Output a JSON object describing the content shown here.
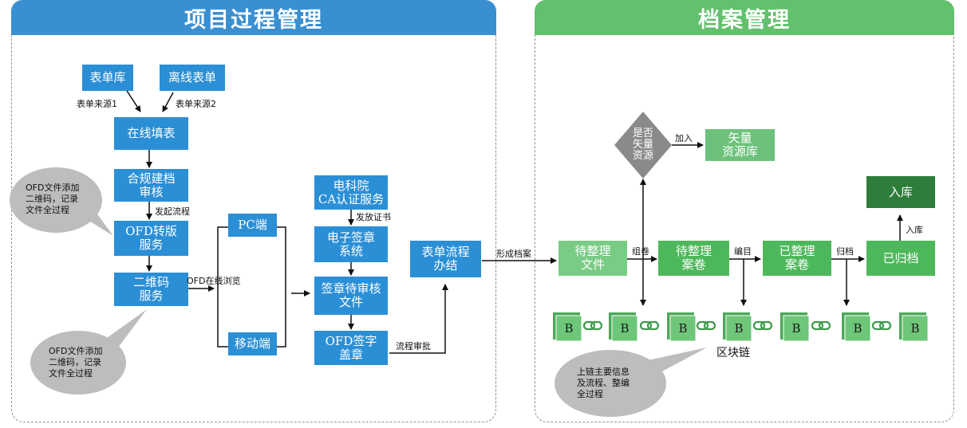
{
  "sections": {
    "project": {
      "title": "项目过程管理",
      "color": "#3a8fd0"
    },
    "archive": {
      "title": "档案管理",
      "color": "#63c06d"
    }
  },
  "nodes": {
    "form_library": "表单库",
    "offline_form": "离线表单",
    "online_fill": "在线填表",
    "compliance_review": "合规建档\n审核",
    "ofd_convert": "OFD转版\n服务",
    "qrcode_service": "二维码\n服务",
    "pc_end": "PC端",
    "mobile_end": "移动端",
    "ca_service": "电科院\nCA认证服务",
    "e_signature": "电子签章\n系统",
    "sign_review_file": "签章待审核\n文件",
    "ofd_sign": "OFD签字\n盖章",
    "form_done": "表单流程\n办结",
    "pending_file": "待整理\n文件",
    "pending_volume": "待整理\n案卷",
    "done_volume": "已整理\n案卷",
    "archived": "已归档",
    "storage": "入库",
    "vector_lib": "矢量\n资源库",
    "is_vector": "是否\n矢量\n资源"
  },
  "edge_labels": {
    "source1": "表单来源1",
    "source2": "表单来源2",
    "start_flow": "发起流程",
    "ofd_browse": "OFD在线浏览",
    "issue_cert": "发放证书",
    "flow_approve": "流程审批",
    "form_archive": "形成档案",
    "group_volume": "组卷",
    "catalog": "编目",
    "archive_op": "归档",
    "add": "加入",
    "store": "入库"
  },
  "callouts": {
    "top": "OFD文件添加\n二维码，记录\n文件全过程",
    "bottom": "OFD文件添加\n二维码，记录\n文件全过程",
    "chain": "上链主要信息\n及流程、整编\n全过程"
  },
  "blockchain": {
    "label": "区块链",
    "block_letter": "B",
    "block_count": 7
  },
  "colors": {
    "blue_box": "#2b8fd6",
    "green_light": "#79cc85",
    "green_mid": "#4db85b",
    "green_dark": "#2e7d3a",
    "diamond": "#8a8a8a",
    "callout": "#bdbdbd"
  }
}
